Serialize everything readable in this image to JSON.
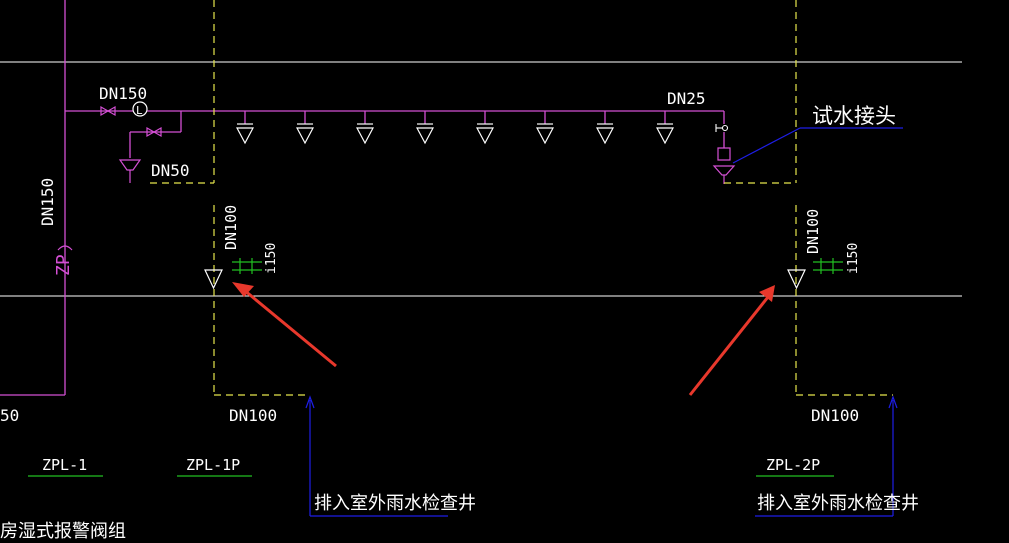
{
  "colors": {
    "background": "#000000",
    "white_line": "#ffffff",
    "pipe_magenta": "#d44fd4",
    "dashed_yellow": "#e6e64c",
    "blue_leader": "#1e1ee6",
    "green_underline": "#22c022",
    "arrow_red": "#e8382c"
  },
  "labels": {
    "dn150_top": "DN150",
    "dn50": "DN50",
    "dn25": "DN25",
    "dn150_vertical": "DN150",
    "zp": "ZP",
    "dn100_v_left": "DN100",
    "dn100_v_right": "DN100",
    "i150_left": "i150",
    "i150_right": "i150",
    "dn100_bottom_left": "DN100",
    "dn100_bottom_right": "DN100",
    "partial_50": "50",
    "zpl1": "ZPL-1",
    "zpl1p": "ZPL-1P",
    "zpl2p": "ZPL-2P",
    "test_connector": "试水接头",
    "drain_left": "排入室外雨水检查井",
    "drain_right": "排入室外雨水检查井",
    "alarm_valve_group": "房湿式报警阀组"
  },
  "icons": {
    "gate_valve": "gate-valve-icon",
    "flow_indicator": "flow-indicator-l-icon",
    "sprinkler": "sprinkler-head-icon",
    "funnel": "drain-funnel-icon",
    "arrow": "red-arrow-icon"
  }
}
